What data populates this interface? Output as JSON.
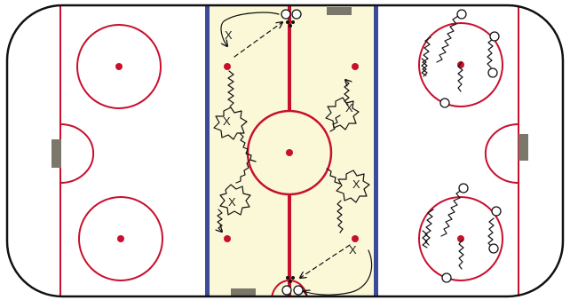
{
  "diagram": {
    "type": "hockey-rink-drill",
    "colors": {
      "ice": "#ffffff",
      "neutral_zone_highlight": "#fbf8d8",
      "board": "#111111",
      "red_line": "#c8102e",
      "blue_line": "#3b4a9b",
      "goal": "#7b776a",
      "player_path": "#111111"
    },
    "icons": {
      "player": "circle",
      "skate_path": "wavy-line",
      "pass": "dashed-arrow",
      "pivot": "star-loop",
      "pivot_marker": "x-mark",
      "puck": "dot"
    },
    "markers": {
      "x_label": "X"
    }
  }
}
